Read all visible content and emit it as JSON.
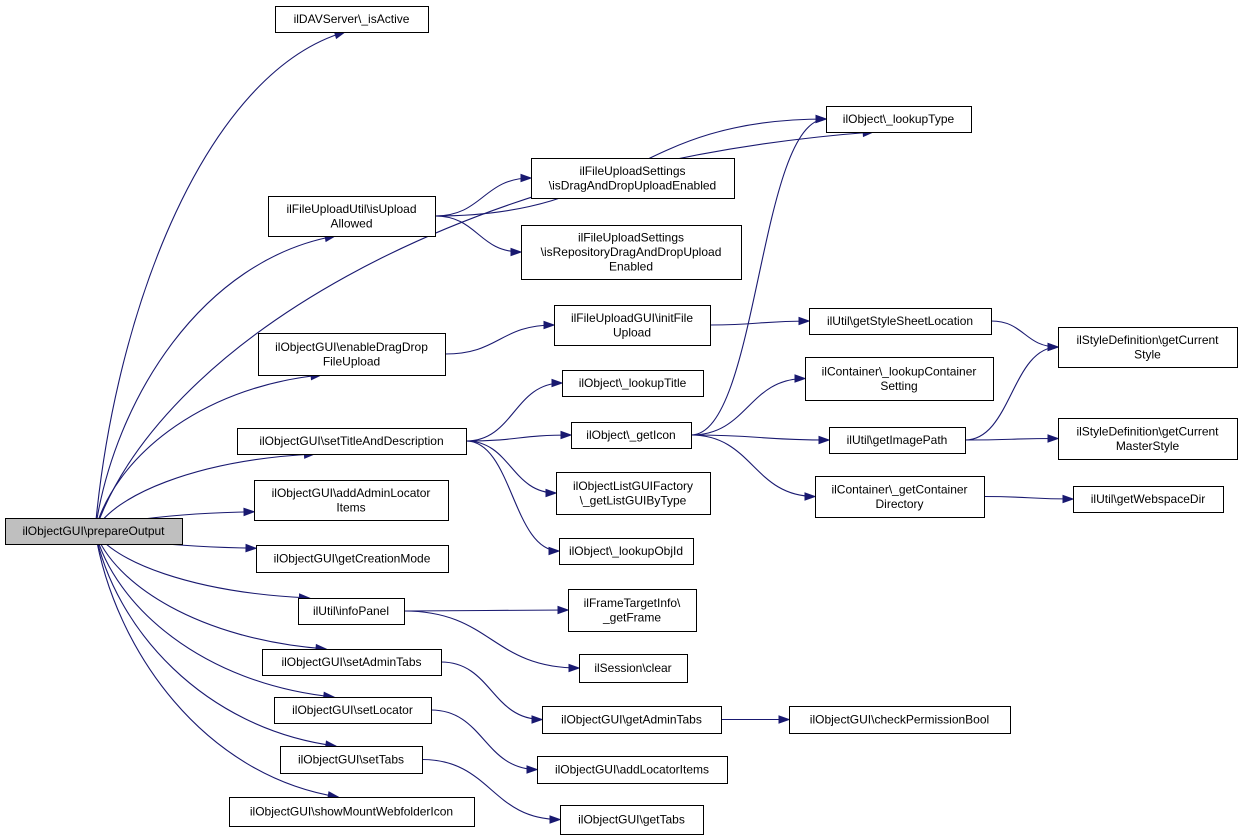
{
  "colors": {
    "edge": "#191970",
    "root_fill": "#bfbfbf",
    "node_fill": "#ffffff",
    "border": "#000000"
  },
  "nodes": [
    {
      "id": "prepareOutput",
      "lines": [
        "ilObjectGUI\\prepareOutput"
      ],
      "root": true
    },
    {
      "id": "davIsActive",
      "lines": [
        "ilDAVServer\\_isActive"
      ]
    },
    {
      "id": "lookupType",
      "lines": [
        "ilObject\\_lookupType"
      ]
    },
    {
      "id": "isUploadAllowed",
      "lines": [
        "ilFileUploadUtil\\isUpload",
        "Allowed"
      ]
    },
    {
      "id": "isDragDrop",
      "lines": [
        "ilFileUploadSettings",
        "\\isDragAndDropUploadEnabled"
      ]
    },
    {
      "id": "isRepoDragDrop",
      "lines": [
        "ilFileUploadSettings",
        "\\isRepositoryDragAndDropUpload",
        "Enabled"
      ]
    },
    {
      "id": "enableDragDrop",
      "lines": [
        "ilObjectGUI\\enableDragDrop",
        "FileUpload"
      ]
    },
    {
      "id": "initFileUpload",
      "lines": [
        "ilFileUploadGUI\\initFile",
        "Upload"
      ]
    },
    {
      "id": "styleSheetLoc",
      "lines": [
        "ilUtil\\getStyleSheetLocation"
      ]
    },
    {
      "id": "getCurrentStyle",
      "lines": [
        "ilStyleDefinition\\getCurrent",
        "Style"
      ]
    },
    {
      "id": "lookupTitle",
      "lines": [
        "ilObject\\_lookupTitle"
      ]
    },
    {
      "id": "lookupContainerSetting",
      "lines": [
        "ilContainer\\_lookupContainer",
        "Setting"
      ]
    },
    {
      "id": "setTitleAndDesc",
      "lines": [
        "ilObjectGUI\\setTitleAndDescription"
      ]
    },
    {
      "id": "getIcon",
      "lines": [
        "ilObject\\_getIcon"
      ]
    },
    {
      "id": "getImagePath",
      "lines": [
        "ilUtil\\getImagePath"
      ]
    },
    {
      "id": "getCurrentMasterStyle",
      "lines": [
        "ilStyleDefinition\\getCurrent",
        "MasterStyle"
      ]
    },
    {
      "id": "addAdminLocatorItems",
      "lines": [
        "ilObjectGUI\\addAdminLocator",
        "Items"
      ]
    },
    {
      "id": "getListGUIByType",
      "lines": [
        "ilObjectListGUIFactory",
        "\\_getListGUIByType"
      ]
    },
    {
      "id": "getContainerDir",
      "lines": [
        "ilContainer\\_getContainer",
        "Directory"
      ]
    },
    {
      "id": "getWebspaceDir",
      "lines": [
        "ilUtil\\getWebspaceDir"
      ]
    },
    {
      "id": "lookupObjId",
      "lines": [
        "ilObject\\_lookupObjId"
      ]
    },
    {
      "id": "getCreationMode",
      "lines": [
        "ilObjectGUI\\getCreationMode"
      ]
    },
    {
      "id": "infoPanel",
      "lines": [
        "ilUtil\\infoPanel"
      ]
    },
    {
      "id": "getFrame",
      "lines": [
        "ilFrameTargetInfo\\",
        "_getFrame"
      ]
    },
    {
      "id": "sessionClear",
      "lines": [
        "ilSession\\clear"
      ]
    },
    {
      "id": "setAdminTabs",
      "lines": [
        "ilObjectGUI\\setAdminTabs"
      ]
    },
    {
      "id": "getAdminTabs",
      "lines": [
        "ilObjectGUI\\getAdminTabs"
      ]
    },
    {
      "id": "checkPermissionBool",
      "lines": [
        "ilObjectGUI\\checkPermissionBool"
      ]
    },
    {
      "id": "setLocator",
      "lines": [
        "ilObjectGUI\\setLocator"
      ]
    },
    {
      "id": "addLocatorItems",
      "lines": [
        "ilObjectGUI\\addLocatorItems"
      ]
    },
    {
      "id": "setTabs",
      "lines": [
        "ilObjectGUI\\setTabs"
      ]
    },
    {
      "id": "getTabs",
      "lines": [
        "ilObjectGUI\\getTabs"
      ]
    },
    {
      "id": "showMountWebfolderIcon",
      "lines": [
        "ilObjectGUI\\showMountWebfolderIcon"
      ]
    }
  ],
  "edges": [
    [
      "prepareOutput",
      "davIsActive"
    ],
    [
      "prepareOutput",
      "lookupType"
    ],
    [
      "prepareOutput",
      "isUploadAllowed"
    ],
    [
      "prepareOutput",
      "enableDragDrop"
    ],
    [
      "prepareOutput",
      "setTitleAndDesc"
    ],
    [
      "prepareOutput",
      "addAdminLocatorItems"
    ],
    [
      "prepareOutput",
      "getCreationMode"
    ],
    [
      "prepareOutput",
      "infoPanel"
    ],
    [
      "prepareOutput",
      "setAdminTabs"
    ],
    [
      "prepareOutput",
      "setLocator"
    ],
    [
      "prepareOutput",
      "setTabs"
    ],
    [
      "prepareOutput",
      "showMountWebfolderIcon"
    ],
    [
      "isUploadAllowed",
      "lookupType"
    ],
    [
      "isUploadAllowed",
      "isDragDrop"
    ],
    [
      "isUploadAllowed",
      "isRepoDragDrop"
    ],
    [
      "enableDragDrop",
      "initFileUpload"
    ],
    [
      "initFileUpload",
      "styleSheetLoc"
    ],
    [
      "styleSheetLoc",
      "getCurrentStyle"
    ],
    [
      "setTitleAndDesc",
      "lookupTitle"
    ],
    [
      "setTitleAndDesc",
      "getIcon"
    ],
    [
      "setTitleAndDesc",
      "getListGUIByType"
    ],
    [
      "setTitleAndDesc",
      "lookupObjId"
    ],
    [
      "getIcon",
      "lookupType"
    ],
    [
      "getIcon",
      "lookupContainerSetting"
    ],
    [
      "getIcon",
      "getImagePath"
    ],
    [
      "getIcon",
      "getContainerDir"
    ],
    [
      "getImagePath",
      "getCurrentStyle"
    ],
    [
      "getImagePath",
      "getCurrentMasterStyle"
    ],
    [
      "getContainerDir",
      "getWebspaceDir"
    ],
    [
      "infoPanel",
      "getFrame"
    ],
    [
      "infoPanel",
      "sessionClear"
    ],
    [
      "setAdminTabs",
      "getAdminTabs"
    ],
    [
      "getAdminTabs",
      "checkPermissionBool"
    ],
    [
      "setLocator",
      "addLocatorItems"
    ],
    [
      "setTabs",
      "getTabs"
    ]
  ]
}
